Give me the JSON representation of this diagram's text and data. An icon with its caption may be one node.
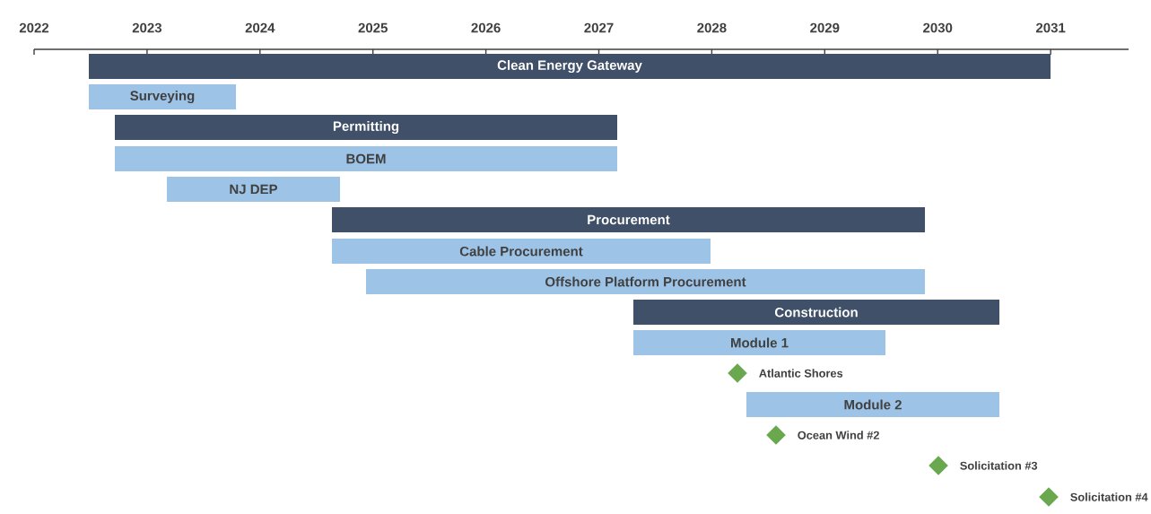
{
  "diagram": {
    "nodes": [
      {
        "text": [
          "Clean Energy Gateway"
        ]
      },
      {
        "text": [
          "Surveying"
        ]
      },
      {
        "text": [
          "Permitting"
        ]
      },
      {
        "text": [
          "BOEM"
        ]
      },
      {
        "text": [
          "NJ DEP"
        ]
      },
      {
        "text": [
          "Procurement"
        ]
      },
      {
        "text": [
          "Cable Procurement"
        ]
      },
      {
        "text": [
          "Offshore Platform Procurement"
        ]
      },
      {
        "text": [
          "Construction"
        ]
      },
      {
        "text": [
          "Module 1"
        ]
      },
      {
        "text": [],
        "shape": "diamond",
        "beside": [
          "Atlantic Shores"
        ]
      },
      {
        "text": [
          "Module 2"
        ]
      },
      {
        "text": [],
        "shape": "diamond",
        "beside": [
          "Ocean Wind #2"
        ]
      },
      {
        "text": [],
        "shape": "diamond",
        "beside": [
          "Solicitation #3"
        ]
      },
      {
        "text": [],
        "shape": "diamond",
        "beside": [
          "Solicitation #4"
        ]
      }
    ],
    "labels": [
      "2022",
      "2023",
      "2024",
      "2025",
      "2026",
      "2027",
      "2028",
      "2029",
      "2030",
      "2031"
    ]
  }
}
